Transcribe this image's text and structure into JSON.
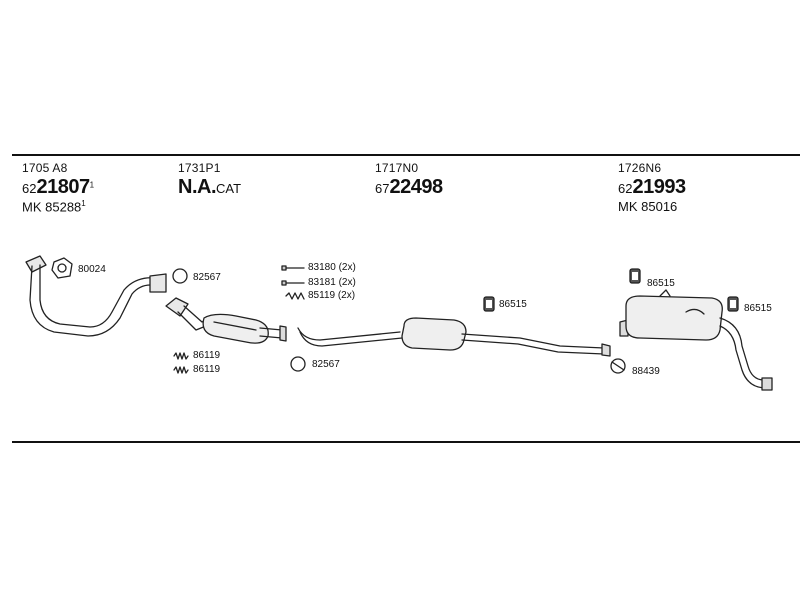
{
  "headers": [
    {
      "code": "1705 A8",
      "num_prefix": "62",
      "num_main": "21807",
      "num_sup": "1",
      "mk_prefix": "MK",
      "mk_num": "85288",
      "mk_sup": "1"
    },
    {
      "code": "1731P1",
      "main_bold": "N.A.",
      "main_rest": "CAT"
    },
    {
      "code": "1717N0",
      "num_prefix": "67",
      "num_main": "22498"
    },
    {
      "code": "1726N6",
      "num_prefix": "62",
      "num_main": "21993",
      "mk_prefix": "MK",
      "mk_num": "85016"
    }
  ],
  "parts": {
    "p80024": "80024",
    "p82567_top": "82567",
    "p86119_a": "86119",
    "p86119_b": "86119",
    "p83180": "83180 (2x)",
    "p83181": "83181 (2x)",
    "p85119": "85119 (2x)",
    "p82567_bottom": "82567",
    "p86515_mid": "86515",
    "p86515_rear_top": "86515",
    "p86515_rear_right": "86515",
    "p88439": "88439"
  }
}
